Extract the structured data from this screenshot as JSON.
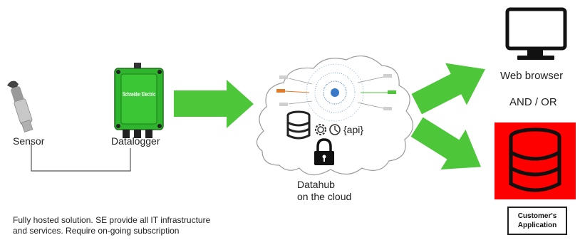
{
  "sensor": {
    "label": "Sensor"
  },
  "datalogger": {
    "label": "Datalogger",
    "brand_text": "Schneider Electric"
  },
  "datahub": {
    "label_line1": "Datahub",
    "label_line2": "on the cloud",
    "api_text": "{api}"
  },
  "web": {
    "label": "Web browser"
  },
  "connector": {
    "label": "AND / OR"
  },
  "customer_app": {
    "label_line1": "Customer's",
    "label_line2": "Application"
  },
  "footer": {
    "line1": "Fully hosted solution. SE provide all IT infrastructure",
    "line2": "and services. Require on-going subscription"
  },
  "colors": {
    "arrow": "#4dc63a",
    "db_panel": "#ff0000",
    "datalogger": "#2fb52d"
  }
}
